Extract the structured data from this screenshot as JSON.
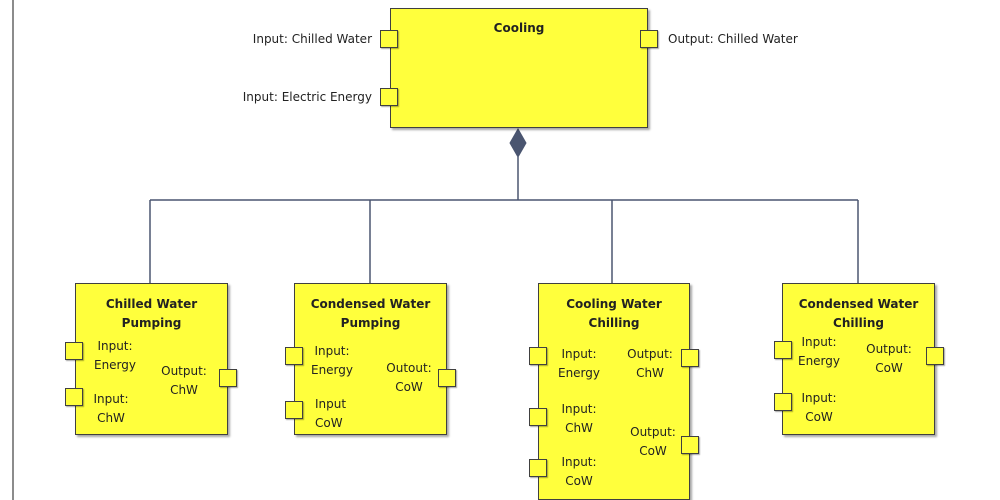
{
  "colors": {
    "block_fill": "#ffff3c",
    "border": "#404040",
    "connector": "#4a5570"
  },
  "parent": {
    "title": "Cooling",
    "ports": {
      "input_chilled_water": "Input: Chilled Water",
      "input_electric_energy": "Input: Electric Energy",
      "output_chilled_water": "Output: Chilled Water"
    }
  },
  "children": [
    {
      "title": "Chilled Water Pumping",
      "ports": [
        "Input:\nEnergy",
        "Input:\nChW",
        "Output:\nChW"
      ]
    },
    {
      "title": "Condensed Water\nPumping",
      "ports": [
        "Input:\nEnergy",
        "Input\nCoW",
        "Outout:\nCoW"
      ]
    },
    {
      "title": "Cooling Water Chilling",
      "ports": [
        "Input:\nEnergy",
        "Input:\nChW",
        "Input:\nCoW",
        "Output:\nChW",
        "Output:\nCoW"
      ]
    },
    {
      "title": "Condensed Water\nChilling",
      "ports": [
        "Input:\nEnergy",
        "Input:\nCoW",
        "Output:\nCoW"
      ]
    }
  ],
  "composition_icon": "diamond-icon"
}
